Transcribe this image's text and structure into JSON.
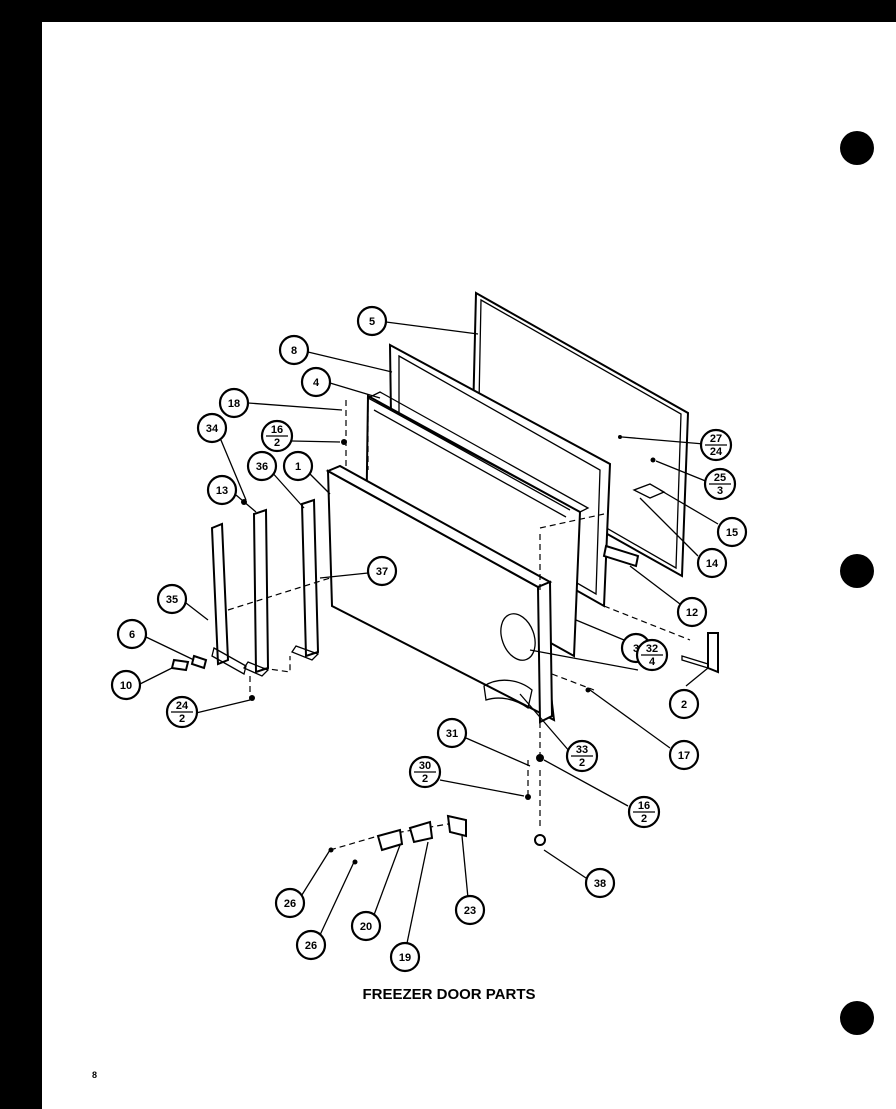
{
  "diagram": {
    "title": "FREEZER DOOR PARTS",
    "page_number": "8",
    "callouts": {
      "c5": {
        "top": "5"
      },
      "c8": {
        "top": "8"
      },
      "c4": {
        "top": "4"
      },
      "c18": {
        "top": "18"
      },
      "c16a": {
        "top": "16",
        "bottom": "2"
      },
      "c34": {
        "top": "34"
      },
      "c36": {
        "top": "36"
      },
      "c1": {
        "top": "1"
      },
      "c13": {
        "top": "13"
      },
      "c37": {
        "top": "37"
      },
      "c35": {
        "top": "35"
      },
      "c6": {
        "top": "6"
      },
      "c10": {
        "top": "10"
      },
      "c24": {
        "top": "24",
        "bottom": "2"
      },
      "c27": {
        "top": "27",
        "bottom": "24"
      },
      "c25": {
        "top": "25",
        "bottom": "3"
      },
      "c15": {
        "top": "15"
      },
      "c14": {
        "top": "14"
      },
      "c12": {
        "top": "12"
      },
      "c3": {
        "top": "3"
      },
      "c32": {
        "top": "32",
        "bottom": "4"
      },
      "c2": {
        "top": "2"
      },
      "c17": {
        "top": "17"
      },
      "c33": {
        "top": "33",
        "bottom": "2"
      },
      "c31": {
        "top": "31"
      },
      "c30": {
        "top": "30",
        "bottom": "2"
      },
      "c16b": {
        "top": "16",
        "bottom": "2"
      },
      "c38": {
        "top": "38"
      },
      "c26a": {
        "top": "26"
      },
      "c26b": {
        "top": "26"
      },
      "c20": {
        "top": "20"
      },
      "c19": {
        "top": "19"
      },
      "c23": {
        "top": "23"
      }
    }
  }
}
